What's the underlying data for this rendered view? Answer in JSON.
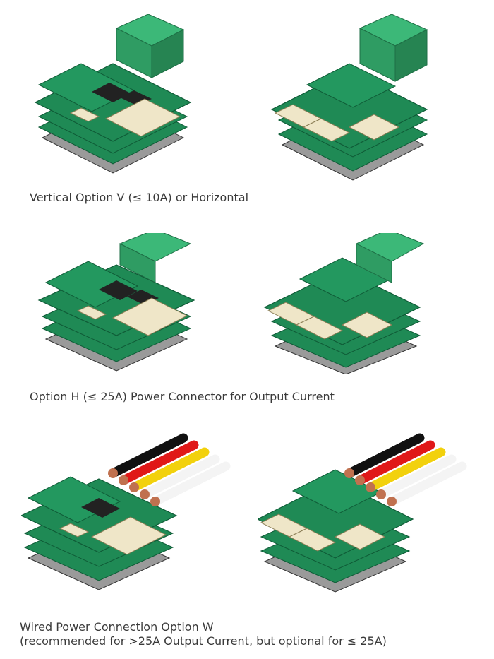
{
  "captions": {
    "vertical": "Vertical Option V (≤ 10A) or Horizontal",
    "option_h": "Option H (≤ 25A) Power Connector for Output Current",
    "wired_line1": "Wired Power Connection Option W",
    "wired_line2": "(recommended for >25A Output Current, but optional for ≤ 25A)"
  },
  "colors": {
    "pcb": "#1f8a55",
    "pcb_dark": "#0f5a36",
    "pcb_side": "#166b42",
    "connector_green": "#3cb878",
    "header_cream": "#efe6c8",
    "chip_black": "#222222",
    "plate_gray": "#9a9a9a",
    "copper": "#c0714f",
    "wire_black": "#111111",
    "wire_red": "#e01818",
    "wire_yellow": "#f2d10d",
    "wire_white": "#f4f4f4"
  }
}
